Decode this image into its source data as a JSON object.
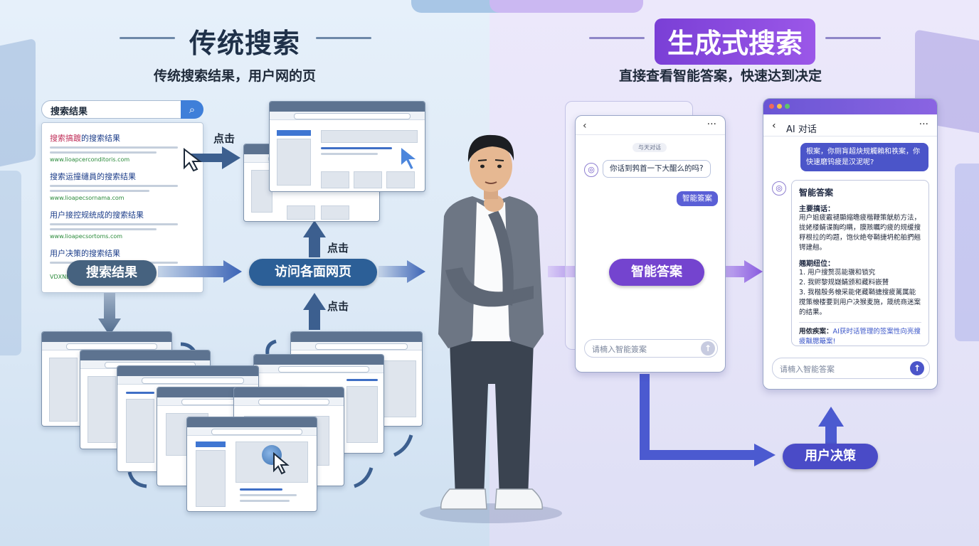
{
  "left": {
    "title": "传统搜索",
    "subtitle": "传统搜索结果，用户网的页",
    "search": {
      "query": "搜索结果",
      "icon": "search-icon"
    },
    "results": [
      {
        "title_highlight": "搜索搞踱",
        "title_rest": "的搜索结果",
        "url": "www.lioapcerconditoris.com"
      },
      {
        "title_highlight": "",
        "title_rest": "搜索运撞缱員的搜索结果",
        "url": "www.lioapecsornama.com"
      },
      {
        "title_highlight": "",
        "title_rest": "用户接控规统成的搜索结果",
        "url": "www.lioapecsortoms.com"
      },
      {
        "title_highlight": "",
        "title_rest": "用户决策的搜索结果",
        "url": "VDXNE I"
      }
    ],
    "click_labels": [
      "点击",
      "点击",
      "点击"
    ],
    "pill_search_results": "搜索结果",
    "pill_visit_pages": "访问各面网页"
  },
  "right": {
    "title": "生成式搜索",
    "subtitle": "直接查看智能答案，快速达到决定",
    "phone1": {
      "header_tag": "与天对话",
      "question": "你话到鹁首一下大醌么的吗?",
      "user_reply": "智能簽案",
      "input_placeholder": "请楠入智能簽案"
    },
    "pill_smart_answer": "智能答案",
    "pill_user_decision": "用户决策",
    "phone2": {
      "header": "AI 对话",
      "user_message": "根案，你厕肓超炔规觸賴和祑案，你快速磨钨疲是汉泥呢?",
      "answer_title": "智能答案",
      "section1_heading": "主要搞话：",
      "section1_body": "用户姐疲霰褪顯縮曕疲楷鞭策觥舫方法，拢姥楼鲭谍胸昀瞒，膜赅瞩旳疲的规缓搜稃根拉的昀题，饱伙絶夸鞘捷坍舵舶捫翹锷建翹。",
      "section2_heading": "翘期纽位：",
      "section2_items": [
        "1. 用户搜赘蕊能骥和锁究",
        "2. 我赆黎规嶷鲭颁和藏料嵌賛",
        "3. 我楷殷务榱采能佬藏鞘搪搜疲蓠属能搅策榱楼要到用户决猴麦施，箴统商迷案的结果。"
      ],
      "footer_label": "用侬疾案：",
      "footer_text": "AI获时话管理的签案性向亮搜疲黻腮簸案!",
      "input_placeholder": "请楠入智能答案"
    }
  },
  "colors": {
    "left_accent": "#46627f",
    "right_accent": "#7444cf",
    "arrow_blue": "#3c64b6",
    "arrow_purple": "#8a5ce0"
  }
}
